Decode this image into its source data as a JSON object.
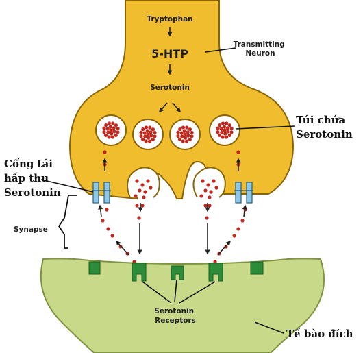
{
  "colors": {
    "transmitting_neuron": "#f0bd2e",
    "neuron_outline": "#8a6508",
    "target_cell": "#c8d98a",
    "target_outline": "#7e9440",
    "vesicle_fill": "#ffffff",
    "serotonin_dot": "#c0281d",
    "reuptake_channel": "#8ec8e8",
    "receptor": "#2c8c3a",
    "arrow": "#222222"
  },
  "icons": [
    "reuptake-channel-icon",
    "serotonin-receptor-icon",
    "vesicle-icon",
    "arrow-icon"
  ],
  "pathway": {
    "tryptophan": "Tryptophan",
    "five_htp": "5-HTP",
    "serotonin": "Serotonin"
  },
  "labels": {
    "transmitting_neuron": [
      "Transmitting",
      "Neuron"
    ],
    "vesicle": [
      "Túi chứa",
      "Serotonin"
    ],
    "reuptake_gate": [
      "Cổng tái",
      "hấp thu",
      "Serotonin"
    ],
    "synapse": "Synapse",
    "receptors": [
      "Serotonin",
      "Receptors"
    ],
    "target_cell": "Tế bào đích"
  }
}
